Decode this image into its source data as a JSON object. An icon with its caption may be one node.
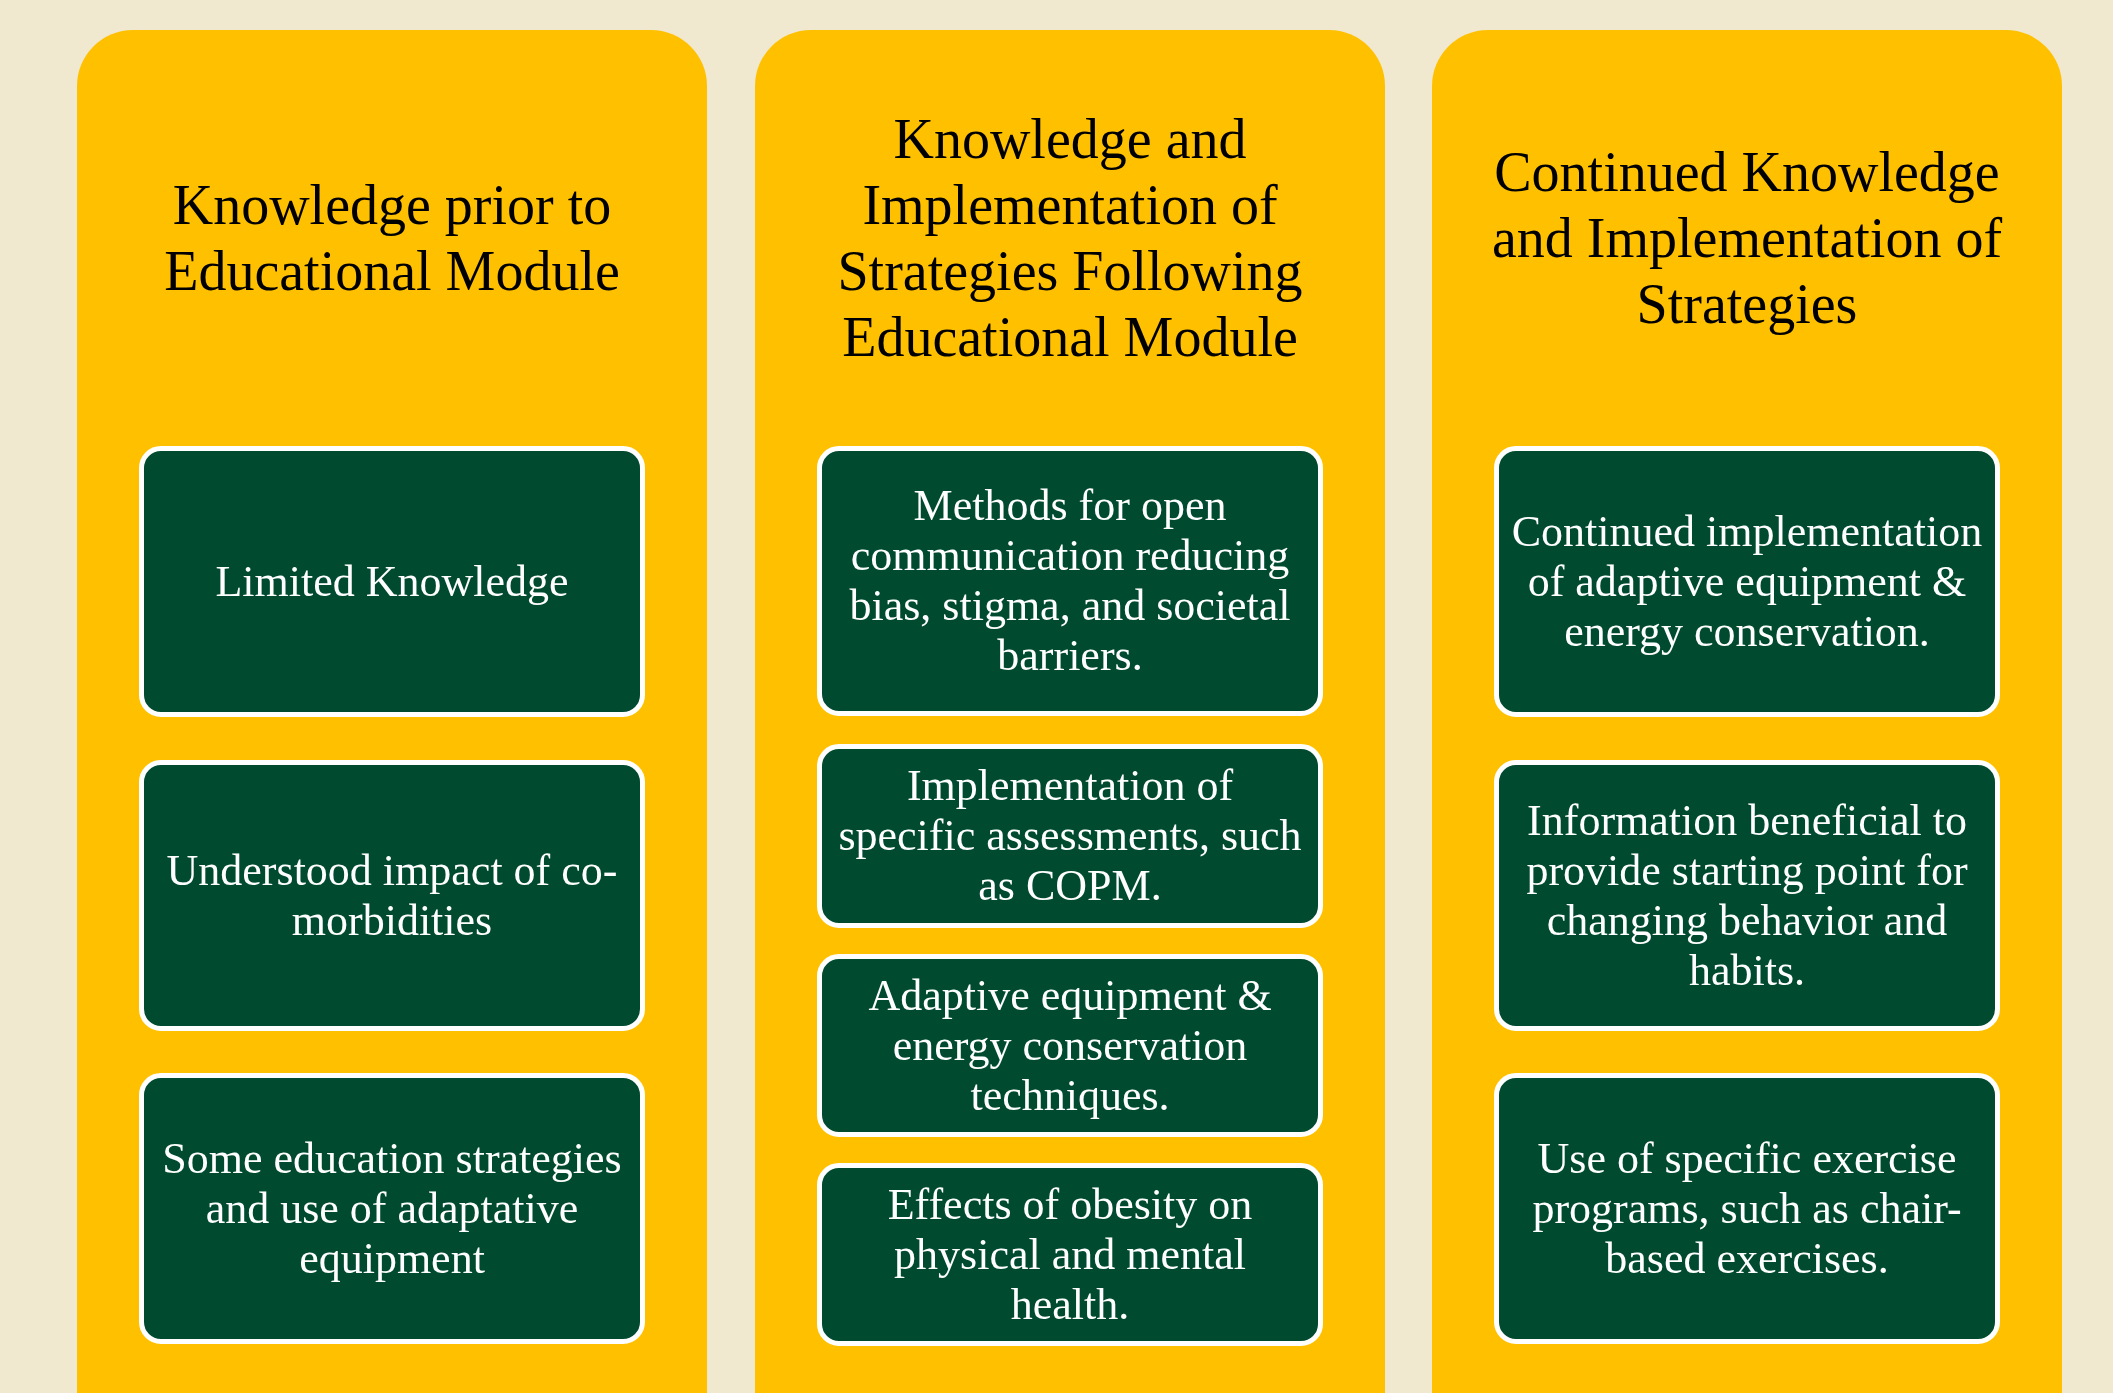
{
  "diagram": {
    "nodes": [
      {
        "text": [
          "Knowledge prior to Educational Module"
        ]
      },
      {
        "text": [
          "Limited Knowledge"
        ],
        "in": 0
      },
      {
        "text": [
          "Understood impact of co-morbidities"
        ],
        "in": 0
      },
      {
        "text": [
          "Some education strategies and use of adaptative equipment"
        ],
        "in": 0
      },
      {
        "text": [
          "Knowledge and Implementation of Strategies Following Educational Module"
        ]
      },
      {
        "text": [
          "Methods for open communication reducing bias, stigma, and societal barriers."
        ],
        "in": 4
      },
      {
        "text": [
          "Implementation of specific assessments, such as COPM."
        ],
        "in": 4
      },
      {
        "text": [
          "Adaptive equipment & energy conservation techniques."
        ],
        "in": 4
      },
      {
        "text": [
          "Effects of obesity on physical and mental health."
        ],
        "in": 4
      },
      {
        "text": [
          "Continued Knowledge and Implementation of Strategies"
        ]
      },
      {
        "text": [
          "Continued implementation of adaptive equipment & energy conservation."
        ],
        "in": 9
      },
      {
        "text": [
          "Information beneficial to provide starting point for changing behavior and habits."
        ],
        "in": 9
      },
      {
        "text": [
          "Use of specific exercise programs, such as chair-based exercises."
        ],
        "in": 9
      }
    ]
  }
}
